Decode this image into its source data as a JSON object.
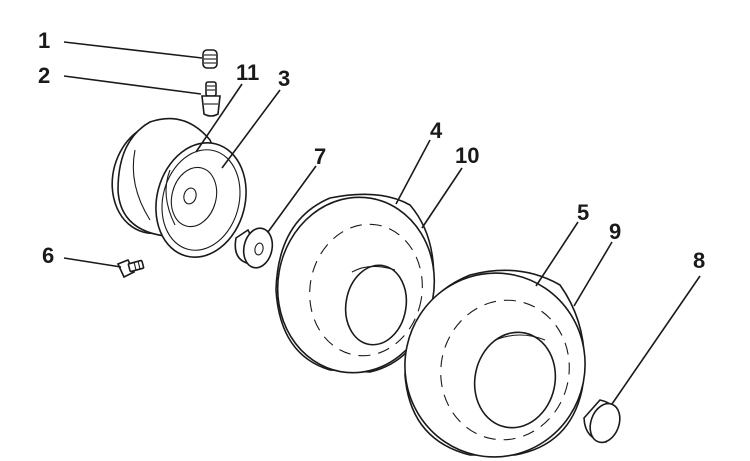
{
  "diagram": {
    "callouts": [
      {
        "id": "c1",
        "label": "1"
      },
      {
        "id": "c2",
        "label": "2"
      },
      {
        "id": "c3",
        "label": "3"
      },
      {
        "id": "c4",
        "label": "4"
      },
      {
        "id": "c5",
        "label": "5"
      },
      {
        "id": "c6",
        "label": "6"
      },
      {
        "id": "c7",
        "label": "7"
      },
      {
        "id": "c8",
        "label": "8"
      },
      {
        "id": "c9",
        "label": "9"
      },
      {
        "id": "c10",
        "label": "10"
      },
      {
        "id": "c11",
        "label": "11"
      }
    ]
  }
}
